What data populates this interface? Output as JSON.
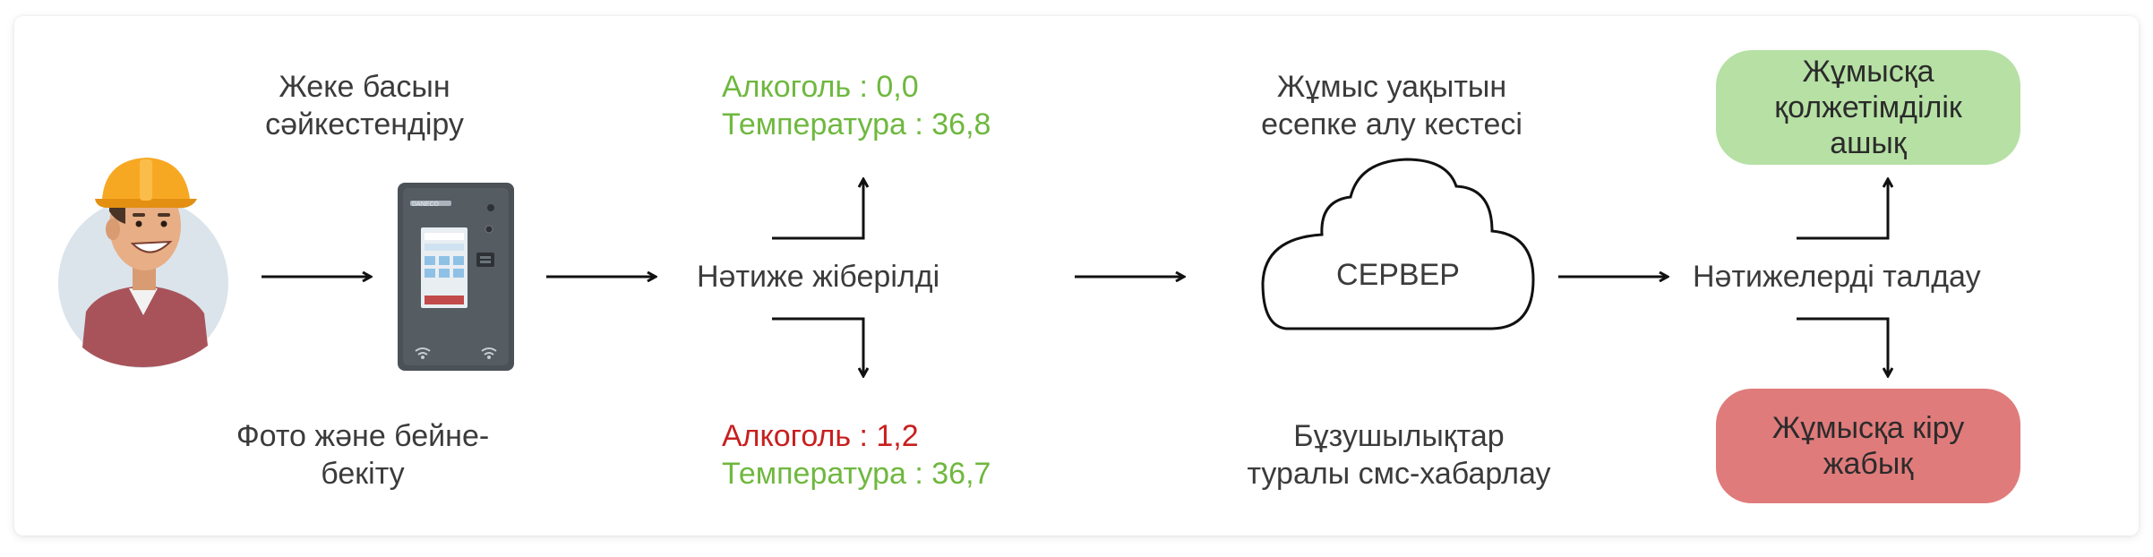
{
  "labels": {
    "face_match": [
      "Жеке басын",
      "сәйкестендіру"
    ],
    "photo_video": [
      "Фото және бейне-",
      "бекіту"
    ],
    "result_sent": "Нәтиже жіберілді",
    "worktime": [
      "Жұмыс уақытын",
      "есепке алу кестесі"
    ],
    "sms": [
      "Бұзушылықтар",
      "туралы смс-хабарлау"
    ],
    "server": "СЕРВЕР",
    "analysis": "Нәтижелерді талдау"
  },
  "results": {
    "top": {
      "alcohol": "Алкоголь : 0,0",
      "temperature": "Температура : 36,8"
    },
    "bottom": {
      "alcohol": "Алкоголь : 1,2",
      "temperature": "Температура : 36,7"
    }
  },
  "status": {
    "open": [
      "Жұмысқа",
      "қолжетімділік",
      "ашық"
    ],
    "closed": [
      "Жұмысқа кіру",
      "жабық"
    ]
  },
  "device": {
    "brand": "DANECO"
  },
  "colors": {
    "ok_text": "#6fb83f",
    "alert_text": "#c81f1f",
    "open_fill": "#b6e0a4",
    "closed_fill": "#e07b7b",
    "device_body": "#4b5156",
    "helmet": "#f7a823"
  },
  "icons": [
    "worker-icon",
    "terminal-device-icon",
    "cloud-icon",
    "arrow-icon"
  ]
}
